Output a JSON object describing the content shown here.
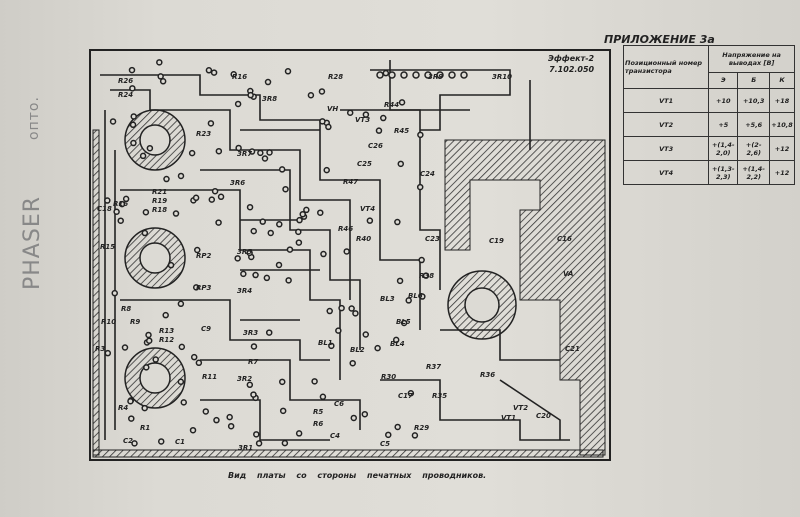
{
  "handwritten": {
    "left_text": "PHASER",
    "left_note": "опто."
  },
  "appendix_title": "ПРИЛОЖЕНИЕ 3а",
  "board_code": {
    "name": "Эффект-2",
    "number": "7.102.050"
  },
  "caption": "Вид платы со стороны печатных проводников.",
  "table": {
    "header_col1": "Позиционный номер транзистора",
    "header_voltage": "Напряжение на выводах [В]",
    "subheaders": [
      "Э",
      "Б",
      "К"
    ],
    "rows": [
      {
        "name": "VT1",
        "e": "+10",
        "b": "+10,3",
        "k": "+18"
      },
      {
        "name": "VT2",
        "e": "+5",
        "b": "+5,6",
        "k": "+10,8"
      },
      {
        "name": "VT3",
        "e": "+(1,4-2,0)",
        "b": "+(2-2,6)",
        "k": "+12"
      },
      {
        "name": "VT4",
        "e": "+(1,3-2,3)",
        "b": "+(1,4-2,2)",
        "k": "+12"
      }
    ]
  },
  "labels": [
    "R26",
    "R24",
    "R16",
    "3R8",
    "R28",
    "3R9",
    "3R10",
    "VH",
    "R44",
    "VT3",
    "R45",
    "C26",
    "C25",
    "R23",
    "R47",
    "3R7",
    "3R6",
    "R21",
    "R19",
    "R18",
    "C18",
    "R16",
    "VT4",
    "R46",
    "C24",
    "C23",
    "C19",
    "C16",
    "R40",
    "R38",
    "3R5",
    "3R4",
    "RP2",
    "R15",
    "VA",
    "BL6",
    "BL3",
    "BL5",
    "3R3",
    "R13",
    "R12",
    "R10",
    "R9",
    "R8",
    "C9",
    "BL1",
    "BL2",
    "BL4",
    "R7",
    "R30",
    "R37",
    "R36",
    "R35",
    "C21",
    "R11",
    "3R2",
    "R5",
    "R6",
    "C6",
    "C17",
    "VT1",
    "VT2",
    "R4",
    "R1",
    "C2",
    "C1",
    "3R1",
    "C4",
    "C5",
    "R29",
    "C20",
    "R3",
    "RP3"
  ]
}
